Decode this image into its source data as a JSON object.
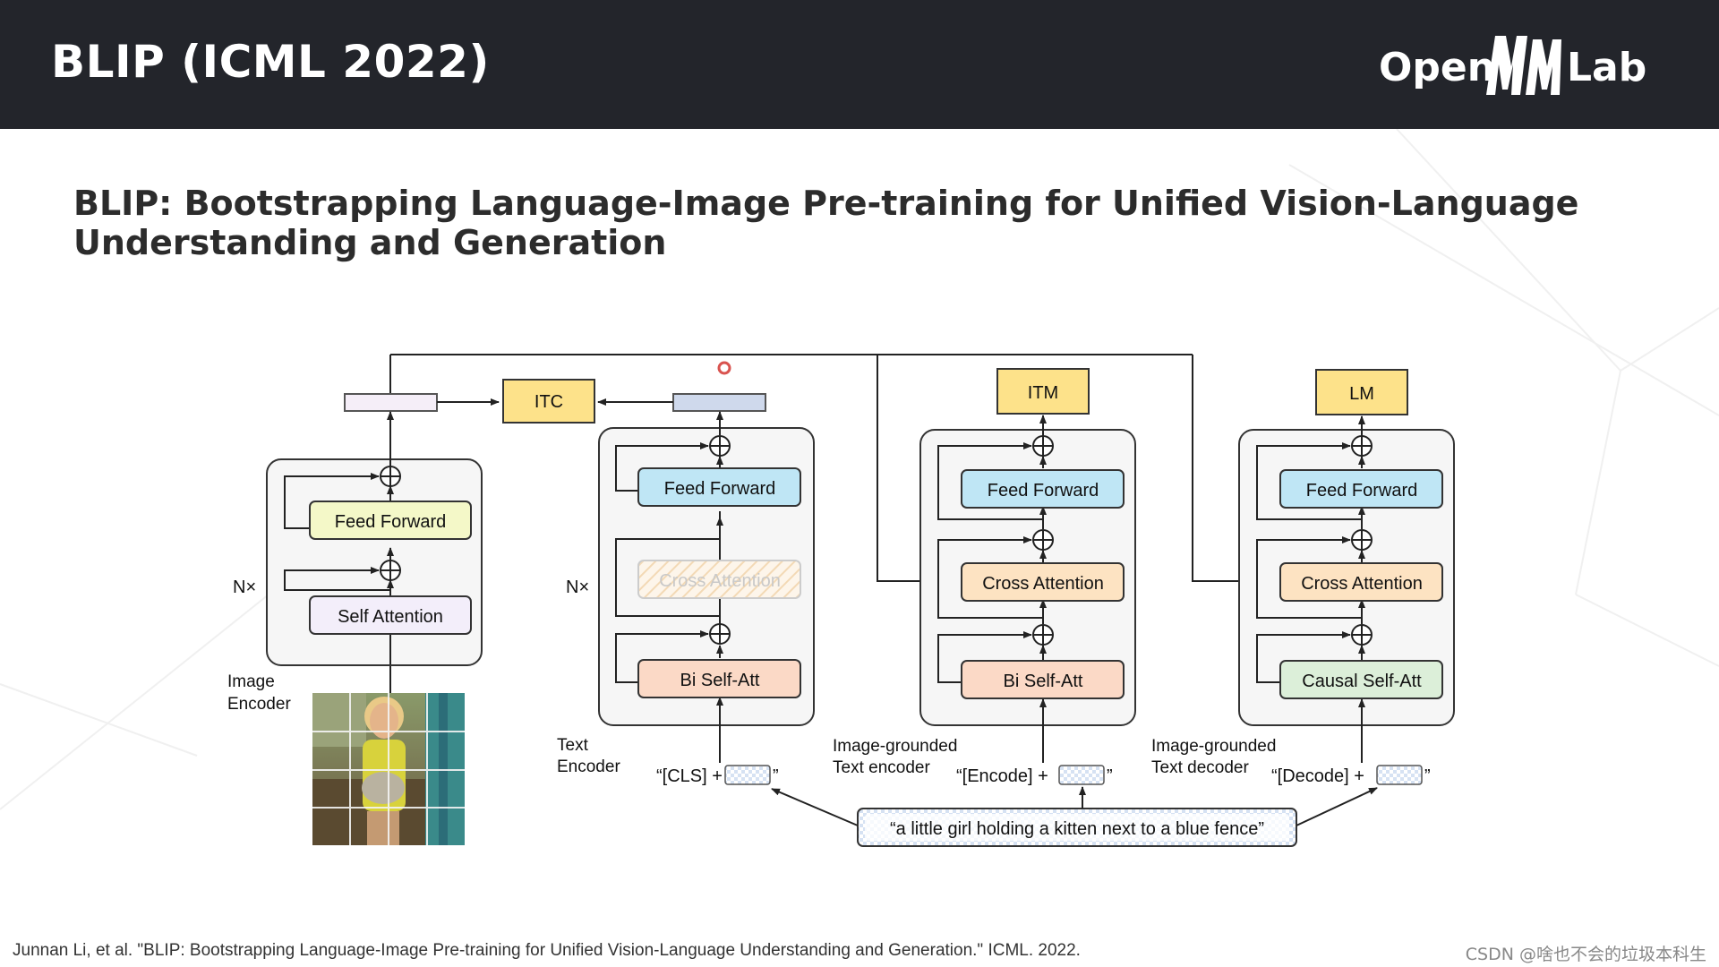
{
  "header": {
    "slide_title": "BLIP (ICML 2022)",
    "logo_left": "Open",
    "logo_right": "Lab"
  },
  "paper_title": "BLIP: Bootstrapping Language-Image Pre-training for Unified Vision-Language Understanding and Generation",
  "diagram": {
    "objectives": {
      "itc": "ITC",
      "itm": "ITM",
      "lm": "LM"
    },
    "image_encoder": {
      "feed_forward": "Feed Forward",
      "self_attention": "Self Attention",
      "repeat": "N×",
      "caption_line1": "Image",
      "caption_line2": "Encoder"
    },
    "text_encoder": {
      "feed_forward": "Feed Forward",
      "cross_attention": "Cross Attention",
      "self_att": "Bi Self-Att",
      "repeat": "N×",
      "caption_line1": "Text",
      "caption_line2": "Encoder",
      "token": "“[CLS] +",
      "token_close": "”"
    },
    "grounded_encoder": {
      "feed_forward": "Feed Forward",
      "cross_attention": "Cross Attention",
      "self_att": "Bi Self-Att",
      "caption_line1": "Image-grounded",
      "caption_line2": "Text encoder",
      "token": "“[Encode] +",
      "token_close": "”"
    },
    "grounded_decoder": {
      "feed_forward": "Feed Forward",
      "cross_attention": "Cross Attention",
      "self_att": "Causal Self-Att",
      "caption_line1": "Image-grounded",
      "caption_line2": "Text decoder",
      "token": "“[Decode] +",
      "token_close": "”"
    },
    "input_text": "“a little girl holding a kitten next to a blue fence”"
  },
  "footer": {
    "citation": "Junnan Li, et al. \"BLIP: Bootstrapping Language-Image Pre-training for Unified Vision-Language Understanding and Generation.\" ICML. 2022.",
    "credit": "CSDN @啥也不会的垃圾本科生"
  },
  "colors": {
    "header_bg": "#23252b",
    "feed_forward_encoder": "#f4f8c8",
    "feed_forward": "#bfe6f5",
    "self_attention": "#f3eefa",
    "cross_attention": "#fde3c2",
    "bi_self_att": "#fbd9c6",
    "causal_self_att": "#dcefd9",
    "objective": "#fde28a",
    "image_token": "#f5eef8",
    "text_token": "#cfd9ec"
  }
}
